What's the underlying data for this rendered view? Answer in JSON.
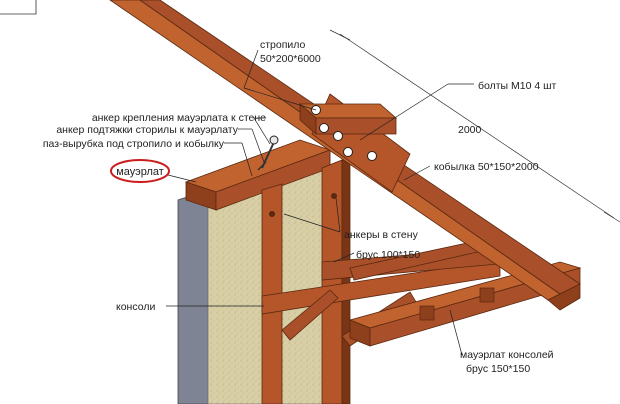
{
  "labels": {
    "rafter": "стропило",
    "rafter_size": "50*200*6000",
    "bolts": "болты М10 4 шт",
    "dimension_2000": "2000",
    "kobylka": "кобылка 50*150*2000",
    "anchor_mauerlat": "анкер крепления мауэрлата к стене",
    "anchor_strut": "анкер подтяжки сторилы к мауэрлату",
    "groove": "паз-вырубка под стропило и кобылку",
    "mauerlat": "мауэрлат",
    "wall_anchors": "анкеры в стену",
    "beam_100": "брус 100*150",
    "consoles": "консоли",
    "mauerlat_consoles": "мауэрлат консолей",
    "beam_150": "брус 150*150"
  },
  "colors": {
    "wood": "#b5552a",
    "wood_dark": "#7a3516",
    "wall_front": "#d9cfa8",
    "wall_side": "#7f8494",
    "highlight_circle": "#cc1d1d"
  }
}
